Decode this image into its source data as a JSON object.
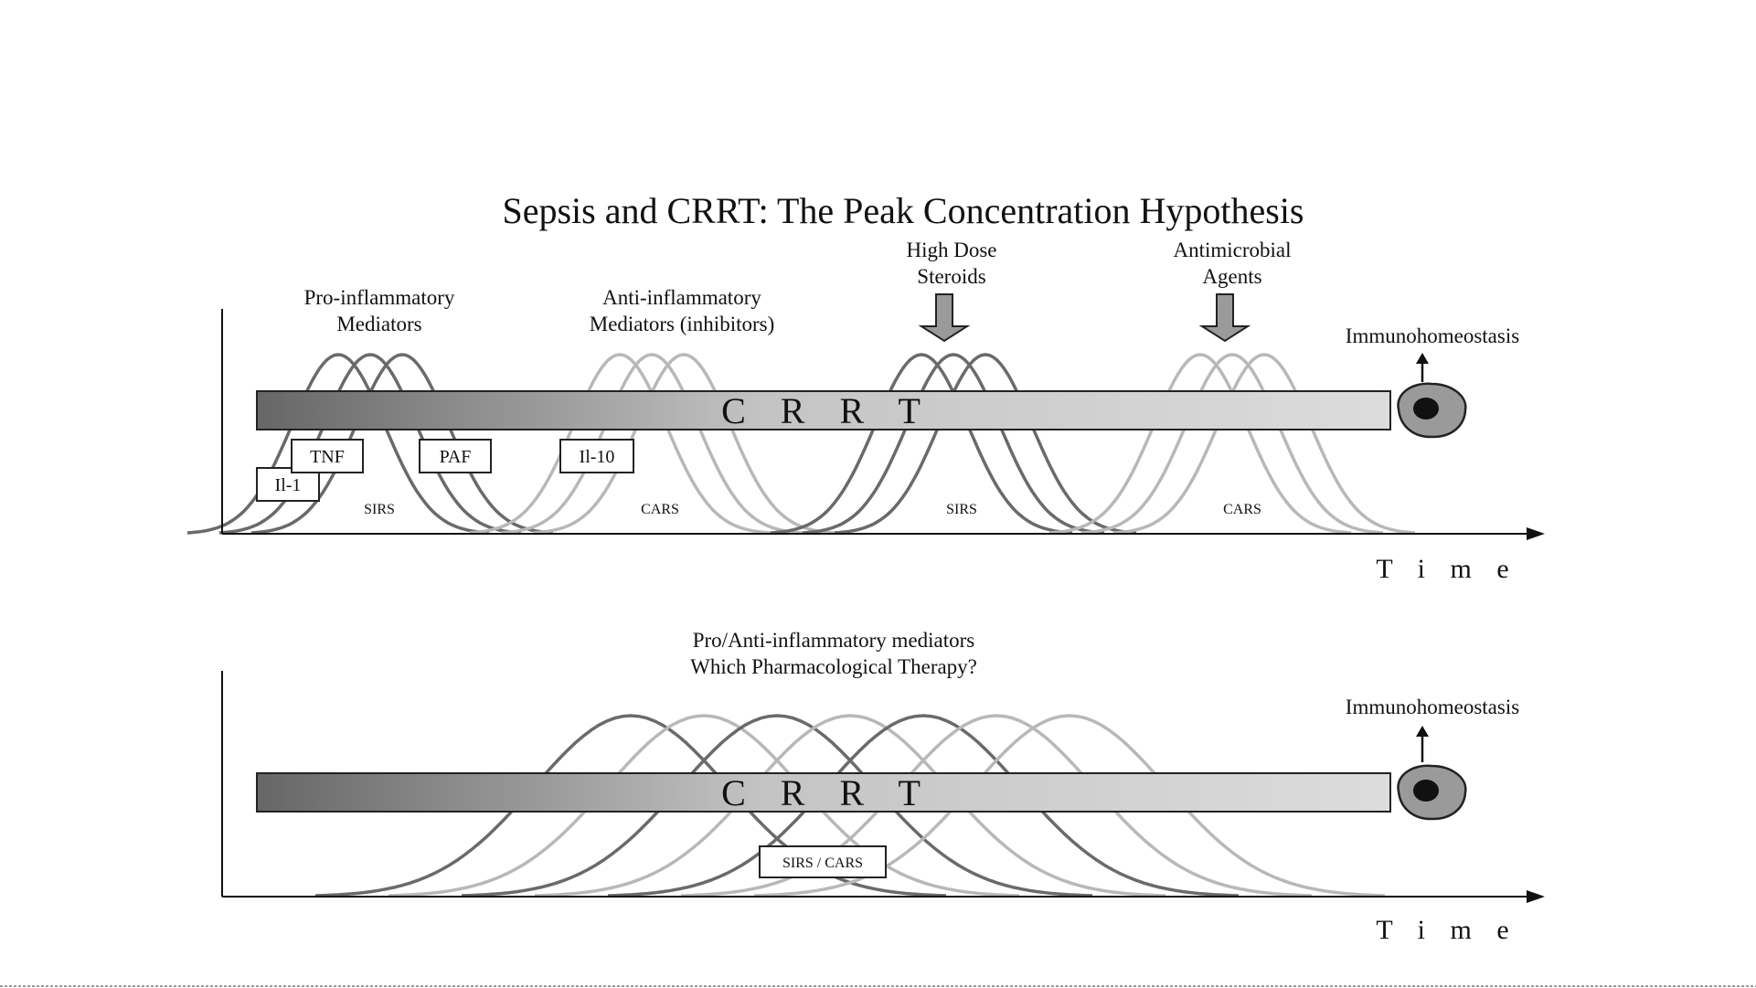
{
  "title": "Sepsis and CRRT: The Peak Concentration Hypothesis",
  "top_panel": {
    "pro_label": [
      "Pro-inflammatory",
      "Mediators"
    ],
    "anti_label": [
      "Anti-inflammatory",
      "Mediators (inhibitors)"
    ],
    "steroids_label": [
      "High Dose",
      "Steroids"
    ],
    "antimicrobial_label": [
      "Antimicrobial",
      "Agents"
    ],
    "immuno_label": "Immunohomeostasis",
    "bar_label": "C R R T",
    "time_label": "T i m e",
    "mediator_boxes": [
      "Il-1",
      "TNF",
      "PAF",
      "Il-10"
    ],
    "phase_labels": [
      "SIRS",
      "CARS",
      "SIRS",
      "CARS"
    ]
  },
  "bottom_panel": {
    "question_label": [
      "Pro/Anti-inflammatory mediators",
      "Which Pharmacological Therapy?"
    ],
    "immuno_label": "Immunohomeostasis",
    "bar_label": "C R R T",
    "time_label": "T i m e",
    "sirs_cars_box": "SIRS / CARS"
  },
  "colors": {
    "dark_curve": "#6a6a6a",
    "light_curve": "#b8b8b8",
    "bar_dark": "#666666",
    "bar_light": "#dcdcdc",
    "arrow_fill": "#9a9a9a"
  }
}
